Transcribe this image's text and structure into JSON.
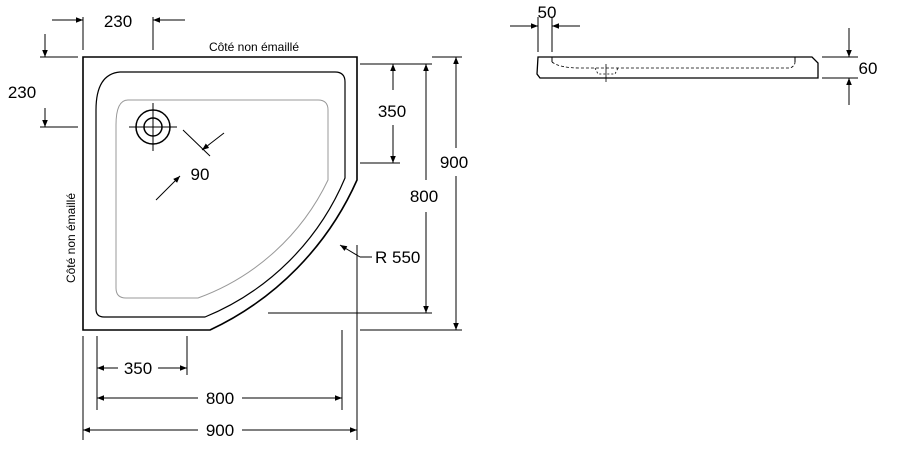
{
  "top_view": {
    "top_edge_label": "Côté non émaillé",
    "left_edge_label": "Côté non émaillé",
    "drain_offset_x": "230",
    "drain_offset_y": "230",
    "drain_diameter": "90",
    "straight_edge_right": "350",
    "straight_edge_bottom": "350",
    "inner_height": "800",
    "outer_height": "900",
    "inner_width": "800",
    "outer_width": "900",
    "radius": "R 550"
  },
  "side_view": {
    "rim_width": "50",
    "height": "60"
  }
}
